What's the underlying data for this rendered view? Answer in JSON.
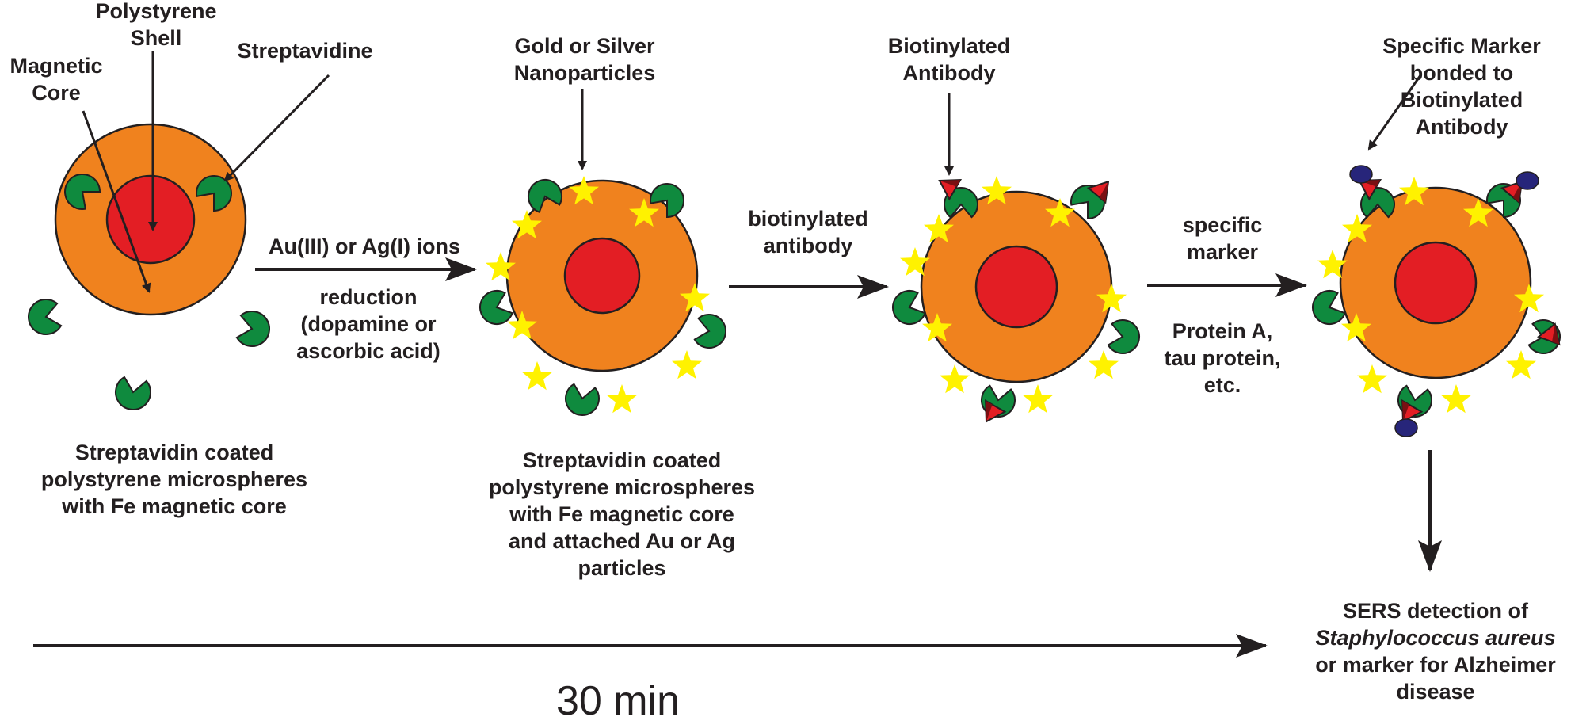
{
  "labels": {
    "magnetic_core": [
      "Magnetic",
      "Core"
    ],
    "polystyrene_shell": [
      "Polystyrene",
      "Shell"
    ],
    "streptavidine": "Streptavidine",
    "gold_silver": [
      "Gold or Silver",
      "Nanoparticles"
    ],
    "biotinylated_antibody": [
      "Biotinylated",
      "Antibody"
    ],
    "specific_marker_bonded": [
      "Specific Marker",
      "bonded to",
      "Biotinylated",
      "Antibody"
    ]
  },
  "steps": {
    "step1_top": "Au(III) or Ag(I) ions",
    "step1_bottom": [
      "reduction",
      "(dopamine or",
      "ascorbic acid)"
    ],
    "step2_top": [
      "biotinylated",
      "antibody"
    ],
    "step3_top": [
      "specific",
      "marker"
    ],
    "step3_bottom": [
      "Protein A,",
      "tau protein,",
      "etc."
    ]
  },
  "captions": {
    "sphere1": [
      "Streptavidin coated",
      "polystyrene microspheres",
      "with Fe magnetic core"
    ],
    "sphere2": [
      "Streptavidin coated",
      "polystyrene microspheres",
      "with Fe magnetic core",
      "and attached Au or Ag",
      "particles"
    ]
  },
  "result": {
    "line1": "SERS detection of",
    "line2": "Staphylococcus aureus",
    "line3": "or marker for Alzheimer",
    "line4": "disease"
  },
  "timeline": {
    "label": "30 min"
  },
  "colors": {
    "shell": "#f0821e",
    "core": "#e31e24",
    "streptavidin": "#0f8a3e",
    "nanoparticle": "#fff200",
    "antibody": "#e31e24",
    "marker": "#27257a"
  }
}
